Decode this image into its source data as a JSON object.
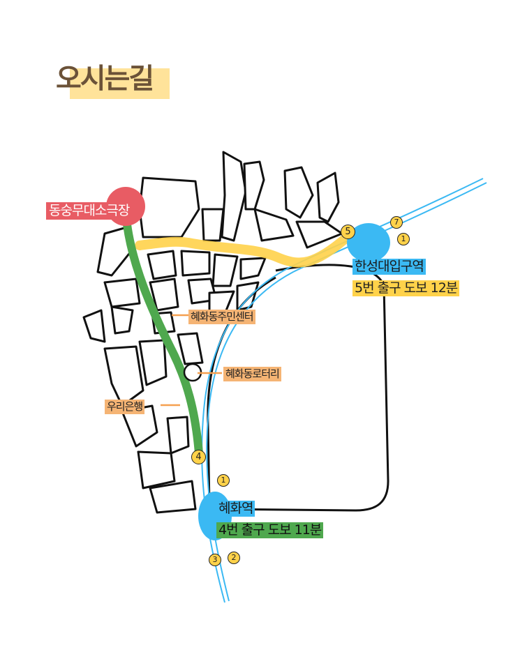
{
  "title": "오시는길",
  "destination": "동숭무대소극장",
  "landmarks": {
    "community_center": "혜화동주민센터",
    "rotary": "혜화동로터리",
    "bank": "우리은행"
  },
  "stations": {
    "hansung": {
      "name": "한성대입구역",
      "directions": "5번 출구 도보 12분"
    },
    "hyehwa": {
      "name": "혜화역",
      "directions": "4번 출구 도보 11분"
    }
  },
  "exits": {
    "hansung": [
      "5",
      "7",
      "1"
    ],
    "hyehwa": [
      "4",
      "1",
      "3",
      "2"
    ]
  },
  "colors": {
    "title_highlight": "#ffe39a",
    "destination": "#e85c64",
    "landmark_label": "#f5b474",
    "station": "#3bb9f3",
    "hansung_route": "#ffd24a",
    "hyehwa_route": "#4fa84e",
    "subway_line": "#3bb9f3"
  }
}
